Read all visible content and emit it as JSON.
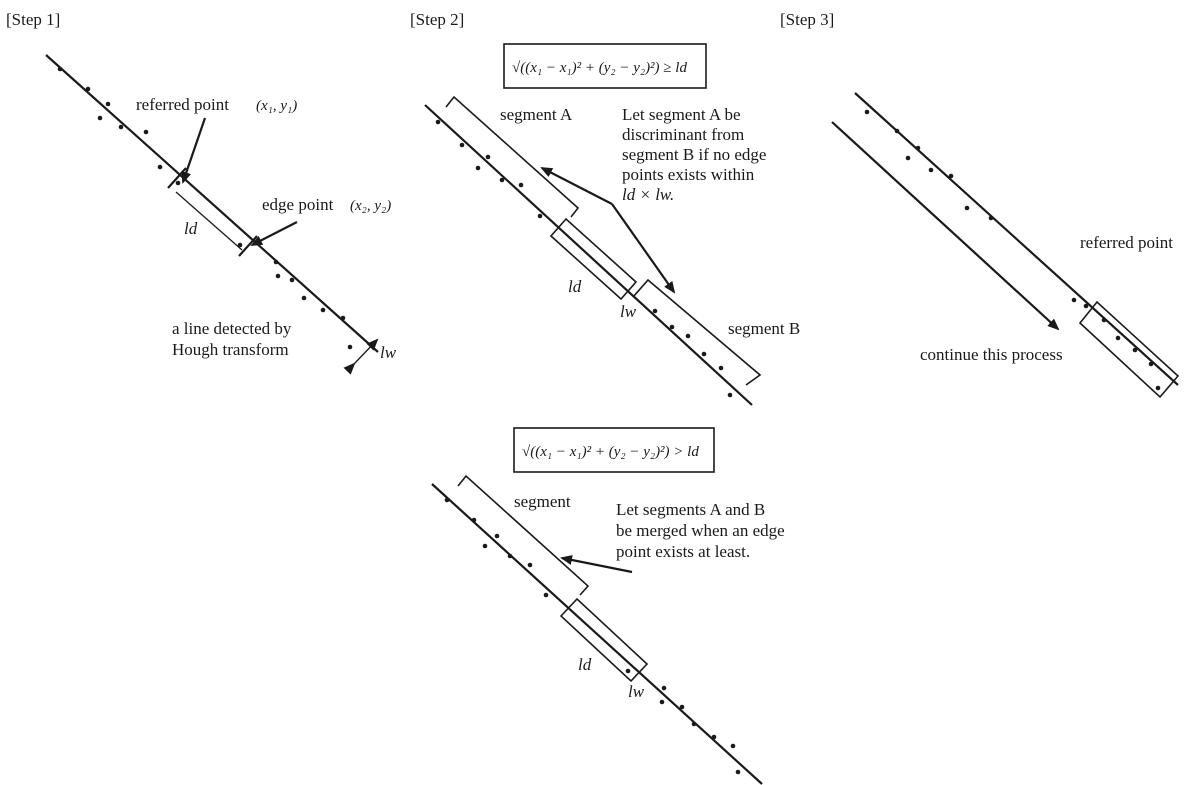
{
  "steps": {
    "step1": "[Step 1]",
    "step2": "[Step 2]",
    "step3": "[Step 3]"
  },
  "step1": {
    "referred_point": "referred point",
    "referred_coord": "(x₁, y₁)",
    "edge_point": "edge point",
    "edge_coord": "(x₂, y₂)",
    "ld": "ld",
    "lw": "lw",
    "line_caption_1": "a line detected by",
    "line_caption_2": "Hough transform"
  },
  "step2": {
    "formula_top": "√((x₁ − x₁)² + (y₂ − y₂)²) ≥ ld",
    "segment_a": "segment A",
    "segment_b": "segment B",
    "note_1": "Let segment A be",
    "note_2": "discriminant from",
    "note_3": "segment B if no edge",
    "note_4": "points exists within",
    "note_5": "ld × lw.",
    "ld": "ld",
    "lw": "lw"
  },
  "step2b": {
    "formula_bottom": "√((x₁ − x₁)² + (y₂ − y₂)²) > ld",
    "segment": "segment",
    "note_1": "Let segments A and B",
    "note_2": "be merged when an edge",
    "note_3": "point exists at least.",
    "ld": "ld",
    "lw": "lw"
  },
  "step3": {
    "referred_point": "referred point",
    "continue": "continue this process"
  }
}
